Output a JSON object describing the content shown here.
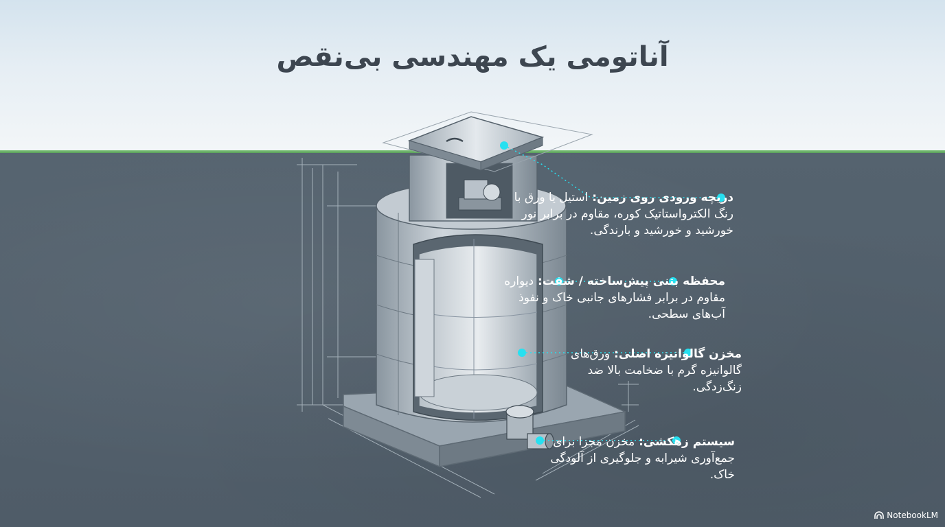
{
  "title": "آناتومی یک مهندسی بی‌نقص",
  "callouts": [
    {
      "head": "دریچه ورودی روی زمین",
      "body": "استیل یا ورق با رنگ الکترواستاتیک کوره، مقاوم در برابر نور خورشید و خورشید و بارندگی."
    },
    {
      "head": "محفظه بتنی پیش‌ساخته / شفت",
      "body": "دیواره مقاوم در برابر فشارهای جانبی خاک و نفوذ آب‌های سطحی."
    },
    {
      "head": "مخزن گالوانیزه اصلی",
      "body": "ورق‌های گالوانیزه گرم با ضخامت بالا ضد زنگ‌زدگی."
    },
    {
      "head": "سیستم زهکشی",
      "body": "مخزن مجزا برای جمع‌آوری شیرابه و جلوگیری از آلودگی خاک."
    }
  ],
  "brand": {
    "label": "NotebookLM",
    "icon": "notebooklm-logo-icon"
  },
  "colors": {
    "accent": "#27e0f0",
    "ground": "#52606d",
    "sky": "#e6eef4",
    "grass": "#6db36a",
    "title": "#3d4650"
  }
}
